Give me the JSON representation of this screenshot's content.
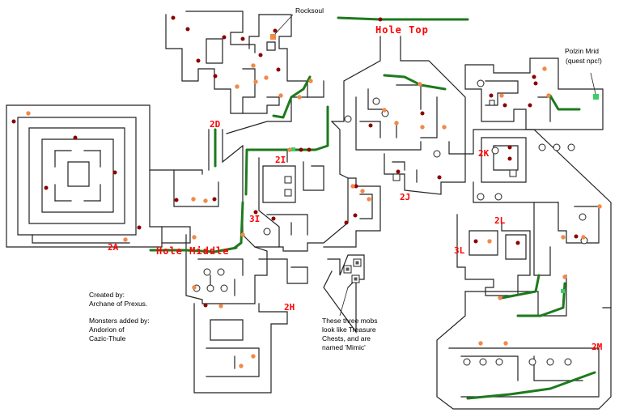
{
  "colors": {
    "background": "#ffffff",
    "wall": "#222222",
    "label": "#ff0000",
    "route": "#1d7a1d",
    "route_light": "#3c8c3c",
    "mob_dark": "#8b0000",
    "mob_orange": "#f08a48",
    "npc_marker": "#3ccc6a",
    "rocksoul_marker": "#f08a48"
  },
  "zone_labels": {
    "l2a": "2A",
    "l2d": "2D",
    "l2i": "2I",
    "l3i": "3I",
    "l2j": "2J",
    "l2k": "2K",
    "l2l": "2L",
    "l3l": "3L",
    "l2h": "2H",
    "l2m": "2M",
    "hole_top": "Hole Top",
    "hole_middle": "Hole Middle"
  },
  "annotations": {
    "rocksoul": "Rocksoul",
    "polzin_line1": "Polzin Mrid",
    "polzin_line2": "(quest npc!)",
    "credits": {
      "line1": "Created by:",
      "line2": "Archane of Prexus.",
      "line3": "Monsters added by:",
      "line4": "Andorion of",
      "line5": "Cazic-Thule"
    },
    "mimic": {
      "line1": "These three mobs",
      "line2": "look like Treasure",
      "line3": "Chests, and are",
      "line4": "named 'Mimic'"
    }
  },
  "icons": {
    "mob_dark": "dark-red-dot",
    "mob_orange": "orange-dot",
    "npc": "green-square",
    "rocksoul": "orange-square",
    "pillar": "hollow-circle",
    "chest": "square-chest"
  }
}
